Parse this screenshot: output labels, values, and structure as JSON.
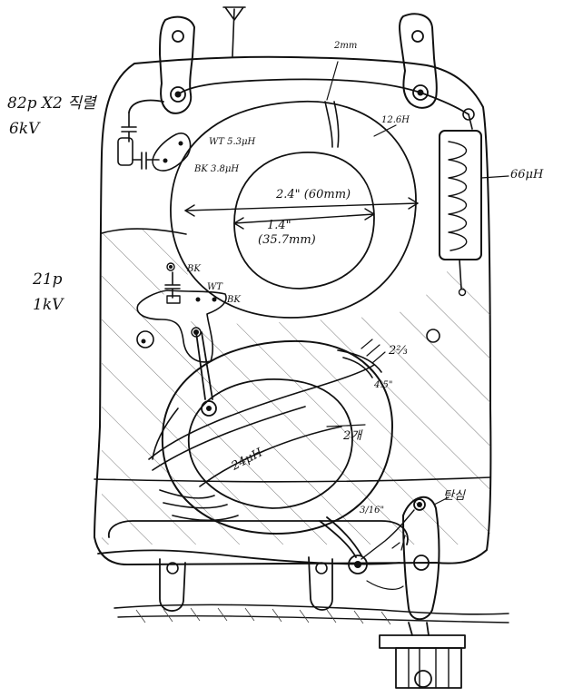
{
  "labels": {
    "cap_left_top": "82p X2 직렬",
    "cap_left_top_voltage": "6kV",
    "cap_left_mid": "2‍1p",
    "cap_left_mid_voltage": "1kV",
    "wire_2mm": "2mm",
    "coil_top_small": "12.6H",
    "coil_right": "66μH",
    "wt_top": "WT 5.3μH",
    "bk_top": "BK 3.8μH",
    "dim_outer": "2.4\" (60mm)",
    "dim_inner": "1.4\"",
    "dim_inner_mm": "(35.7mm)",
    "bk_left": "BK",
    "wt_mid": "WT",
    "bk_mid": "BK",
    "turns_outer": "2⅔",
    "size_outer": "4.5\"",
    "turns_inner": "2개",
    "lower_coil": "24μH",
    "wire_316": "3/16\"",
    "tap": "탄심"
  }
}
